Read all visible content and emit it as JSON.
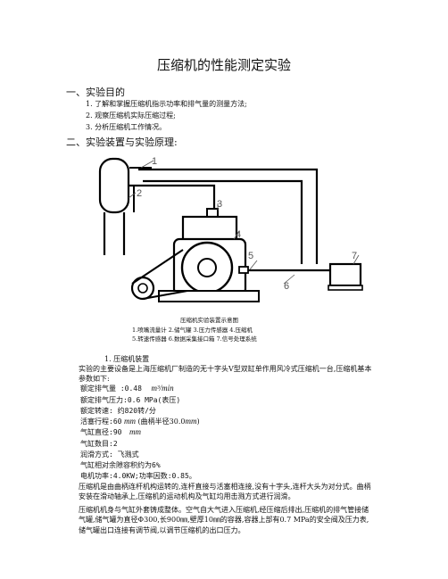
{
  "title": "压缩机的性能测定实验",
  "sections": {
    "s1_heading": "一、实验目的",
    "s1_items": [
      "1. 了解和掌握压缩机指示功率和排气量的测量方法;",
      "2. 观察压缩机实际压缩过程;",
      "3. 分析压缩机工作情况。"
    ],
    "s2_heading": "二、实验装置与实验原理:"
  },
  "diagram": {
    "labels": [
      "1",
      "2",
      "3",
      "4",
      "5",
      "6",
      "7"
    ],
    "caption_title": "压缩机实验装置示意图",
    "caption_row1": "1.喷嘴流量计 2.储气罐 3.压力传感器 4.压缩机",
    "caption_row2": "5.转速传感器 6.数据采集接口箱 7.信号处理系统"
  },
  "subsection": {
    "heading": "1. 压缩机装置",
    "intro": "实验的主要设备是上海压缩机厂制造的无十字头V型双缸单作用风冷式压缩机一台,压缩机基本参数如下:",
    "params": {
      "p1_label": "额定排气量 :0.48",
      "p1_unit": "m³/min",
      "p2": "额定排气压力:0.6 MPa(表压)",
      "p3": "额定转速: 约820转/分",
      "p4_label": "活塞行程:60",
      "p4_unit": "mm",
      "p4_mid": "(曲柄半径30.0",
      "p4_unit2": "mm",
      "p4_end": ")",
      "p5_label": "气缸直径:90",
      "p5_unit": "mm",
      "p6": "气缸数目:2",
      "p7": "润滑方式: 飞溅式",
      "p8": "气缸相对余隙容积约为6%",
      "p9": "电机功率:4.0KW;功率因数:0.85。"
    },
    "para1": "压缩机是由曲柄连杆机构运转的,连杆直接与活塞相连接,没有十字头,连杆大头为对分式。曲柄安装在滑动轴承上,压缩机的运动机构及气缸均用击溅方式进行润滑。",
    "para2": "压缩机机身与气缸外套铸成整体。空气自大气进入压缩机,经压缩后排出,压缩机的排气管接储气罐,储气罐为直径Φ300,长900㎜,壁厚10㎜的容器,容器上部有0.7 MPa的安全阀及压力表,储气罐出口连接有调节阀,以调节压缩机的出口压力。"
  }
}
